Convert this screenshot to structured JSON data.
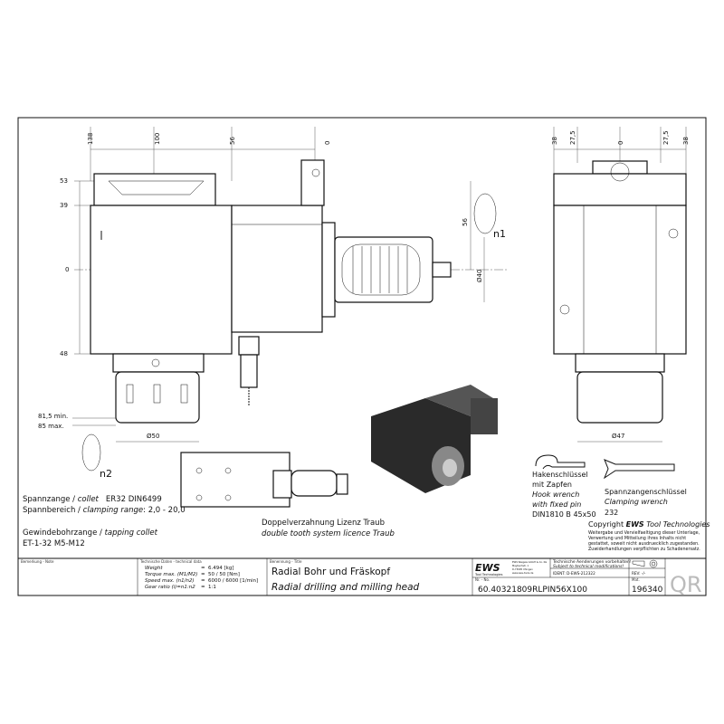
{
  "dimensions": {
    "top": [
      "138",
      "100",
      "56",
      "0"
    ],
    "left": [
      "53",
      "39",
      "0",
      "48"
    ],
    "right_side": [
      "56",
      "n1",
      "Ø40"
    ],
    "bottom": [
      "81,5 min.",
      "85 max.",
      "Ø50",
      "n2"
    ],
    "side_view_top": [
      "38",
      "27,5",
      "0",
      "27,5",
      "38"
    ],
    "side_view_bottom": "Ø47"
  },
  "notes": {
    "collet_de": "Spannzange / ",
    "collet_en": "collet",
    "collet_spec": "ER32   DIN6499",
    "range_de": "Spannbereich / ",
    "range_en": "clamping range",
    "range_value": ": 2,0 - 20,0",
    "tapping_de": "Gewindebohrzange / ",
    "tapping_en": "tapping collet",
    "tapping_spec": "ET-1-32   M5-M12",
    "double_tooth_de": "Doppelverzahnung Lizenz Traub",
    "double_tooth_en": "double tooth system licence Traub"
  },
  "wrenches": {
    "hook_de_1": "Hakenschlüssel",
    "hook_de_2": "mit Zapfen",
    "hook_en_1": "Hook wrench",
    "hook_en_2": "with fixed pin",
    "hook_spec": "DIN1810 B 45x50",
    "clamp_de": "Spannzangenschlüssel",
    "clamp_en": "Clamping wrench",
    "clamp_spec": "232"
  },
  "copyright": {
    "title_prefix": "Copyright ",
    "brand": "EWS",
    "title_suffix": " Tool Technologies",
    "lines": [
      "Weitergabe und Vervielfaeltigung dieser Unterlage,",
      "Verwertung und Mitteilung ihres Inhalts nicht",
      "gestattet, soweit nicht ausdruecklich zugestanden.",
      "Zuwiderhandlungen verpflichten zu Schadenersatz."
    ]
  },
  "title_block": {
    "note_label": "Bemerkung - Note",
    "tech_label": "Technische Daten - technical data",
    "tech_rows": [
      {
        "label": "Weight",
        "eq": "=",
        "value": "6.494 [kg]"
      },
      {
        "label": "Torque max. (M1/M2)",
        "eq": "=",
        "value": "50 / 50 [Nm]"
      },
      {
        "label": "Speed max. (n1/n2)",
        "eq": "=",
        "value": "6000 / 6000 [1/min]"
      },
      {
        "label": "Gear ratio (i)=n1:n2",
        "eq": "=",
        "value": "1:1"
      }
    ],
    "title_label": "Benennung - Title",
    "title_de": "Radial Bohr und Fräskopf",
    "title_en": "Radial drilling and milling head",
    "logo": "EWS",
    "logo_sub": "Tool Technologies",
    "company_lines": [
      "EWS Weigele GmbH & Co. KG",
      "Maybachstr. 1",
      "D-73095 Uhingen",
      "www.ews-tools.de"
    ],
    "changes_de": "Technische Aenderungen vorbehalten!",
    "changes_en": "Subject to technical modifications!",
    "ident": "IDENT:  D-EWS-212322",
    "rev": "REV:  -/-",
    "no_label": "Nr. - No.",
    "part_no": "60.40321809RLPIN56X100",
    "mat_label": "Mat.",
    "mat_no": "196340",
    "qr": "QR"
  }
}
